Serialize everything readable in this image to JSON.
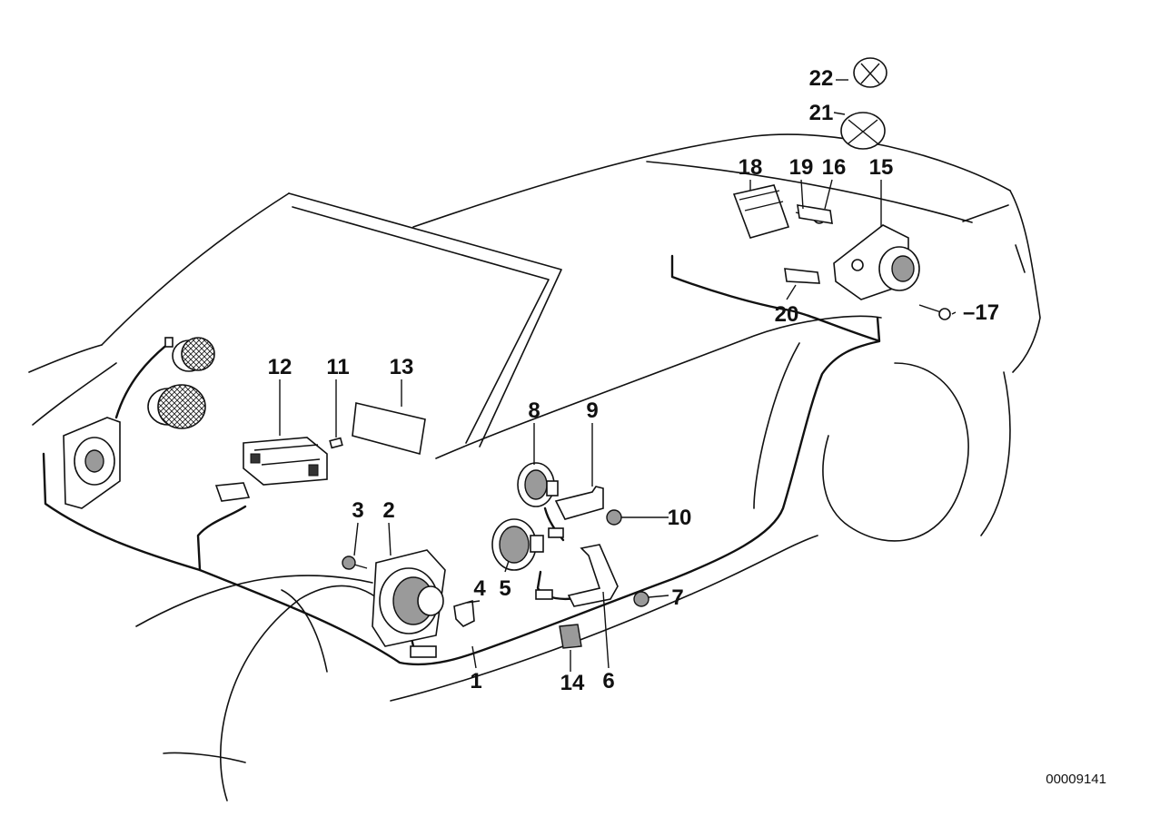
{
  "diagram": {
    "document_number": "00009141",
    "callouts": {
      "c1": "1",
      "c2": "2",
      "c3": "3",
      "c4": "4",
      "c5": "5",
      "c6": "6",
      "c7": "7",
      "c8": "8",
      "c9": "9",
      "c10": "10",
      "c11": "11",
      "c12": "12",
      "c13": "13",
      "c14": "14",
      "c15": "15",
      "c16": "16",
      "c17": "17",
      "c18": "18",
      "c19": "19",
      "c20": "20",
      "c21": "21",
      "c22": "22"
    }
  }
}
